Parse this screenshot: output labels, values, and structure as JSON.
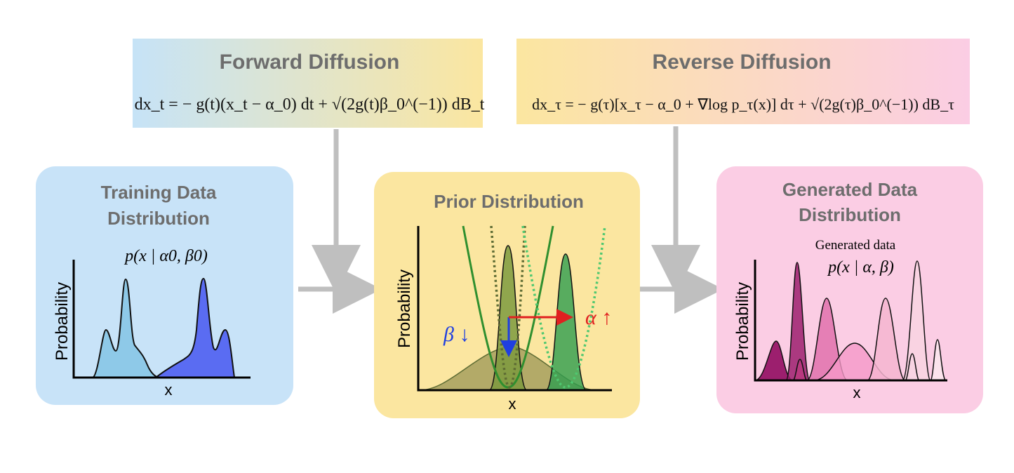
{
  "forward": {
    "title": "Forward Diffusion",
    "equation": "dx_t = − g(t)(x_t − α_0) dt + √(2g(t)β_0^(−1)) dB_t"
  },
  "reverse": {
    "title": "Reverse Diffusion",
    "equation": "dx_τ = − g(τ)[x_τ − α_0 + ∇log p_τ(x)] dτ + √(2g(τ)β_0^(−1)) dB_τ"
  },
  "training": {
    "title_line1": "Training Data",
    "title_line2": "Distribution",
    "label": "p(x | α0, β0)",
    "ylabel": "Probability",
    "xlabel": "x"
  },
  "prior": {
    "title": "Prior Distribution",
    "ylabel": "Probability",
    "xlabel": "x",
    "beta_label": "β ↓",
    "alpha_label": "α ↑"
  },
  "generated": {
    "title_line1": "Generated Data",
    "title_line2": "Distribution",
    "note": "Generated data",
    "label": "p(x | α, β)",
    "ylabel": "Probability",
    "xlabel": "x"
  },
  "colors": {
    "training_bg": "#c8e3f8",
    "prior_bg": "#fbe6a0",
    "generated_bg": "#fbcde4",
    "arrow_gray": "#bfbfbf",
    "curve_light_blue": "#8ec9e8",
    "curve_blue": "#5a6cf2",
    "curve_olive": "#7d9a3e",
    "curve_green": "#2f9e4f",
    "curve_dark_olive": "#5e6c34",
    "arrow_blue": "#1f3fe0",
    "arrow_red": "#e02020",
    "magenta": "#9c1f6e"
  }
}
